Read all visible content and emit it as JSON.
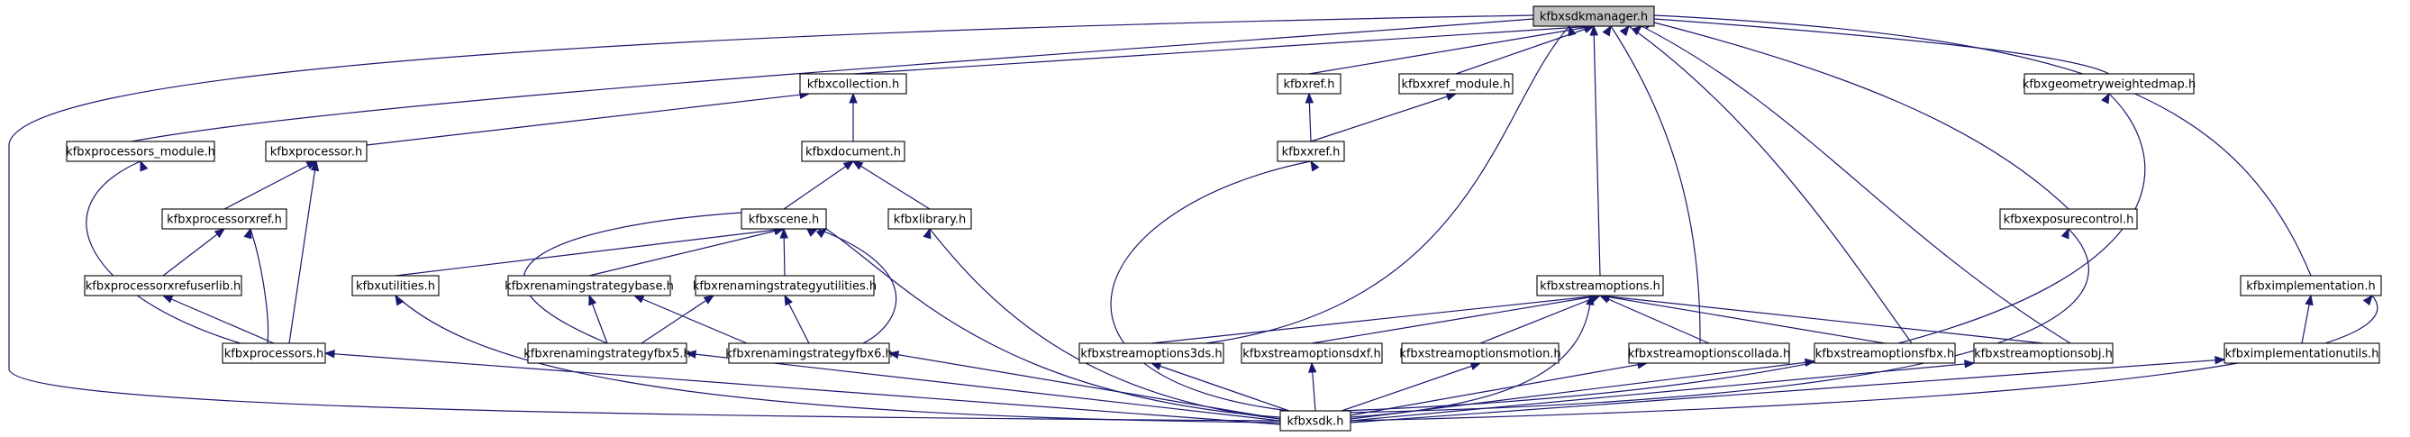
{
  "diagram": {
    "nodes": [
      {
        "id": "kfbxsdkmanager",
        "label": "kfbxsdkmanager.h",
        "root": true
      },
      {
        "id": "kfbxcollection",
        "label": "kfbxcollection.h"
      },
      {
        "id": "kfbxref",
        "label": "kfbxref.h"
      },
      {
        "id": "kfbxxref_module",
        "label": "kfbxxref_module.h"
      },
      {
        "id": "kfbxgeometryweightedmap",
        "label": "kfbxgeometryweightedmap.h"
      },
      {
        "id": "kfbxprocessors_module",
        "label": "kfbxprocessors_module.h"
      },
      {
        "id": "kfbxprocessor",
        "label": "kfbxprocessor.h"
      },
      {
        "id": "kfbxdocument",
        "label": "kfbxdocument.h"
      },
      {
        "id": "kfbxxref",
        "label": "kfbxxref.h"
      },
      {
        "id": "kfbxprocessorxref",
        "label": "kfbxprocessorxref.h"
      },
      {
        "id": "kfbxscene",
        "label": "kfbxscene.h"
      },
      {
        "id": "kfbxlibrary",
        "label": "kfbxlibrary.h"
      },
      {
        "id": "kfbxexposurecontrol",
        "label": "kfbxexposurecontrol.h"
      },
      {
        "id": "kfbxprocessorxrefuserlib",
        "label": "kfbxprocessorxrefuserlib.h"
      },
      {
        "id": "kfbxutilities",
        "label": "kfbxutilities.h"
      },
      {
        "id": "kfbxrenamingstrategybase",
        "label": "kfbxrenamingstrategybase.h"
      },
      {
        "id": "kfbxrenamingstrategyutilities",
        "label": "kfbxrenamingstrategyutilities.h"
      },
      {
        "id": "kfbxstreamoptions",
        "label": "kfbxstreamoptions.h"
      },
      {
        "id": "kfbximplementation",
        "label": "kfbximplementation.h"
      },
      {
        "id": "kfbxprocessors",
        "label": "kfbxprocessors.h"
      },
      {
        "id": "kfbxrenamingstrategyfbx5",
        "label": "kfbxrenamingstrategyfbx5.h"
      },
      {
        "id": "kfbxrenamingstrategyfbx6",
        "label": "kfbxrenamingstrategyfbx6.h"
      },
      {
        "id": "kfbxstreamoptions3ds",
        "label": "kfbxstreamoptions3ds.h"
      },
      {
        "id": "kfbxstreamoptionsdxf",
        "label": "kfbxstreamoptionsdxf.h"
      },
      {
        "id": "kfbxstreamoptionsmotion",
        "label": "kfbxstreamoptionsmotion.h"
      },
      {
        "id": "kfbxstreamoptionscollada",
        "label": "kfbxstreamoptionscollada.h"
      },
      {
        "id": "kfbxstreamoptionsfbx",
        "label": "kfbxstreamoptionsfbx.h"
      },
      {
        "id": "kfbxstreamoptionsobj",
        "label": "kfbxstreamoptionsobj.h"
      },
      {
        "id": "kfbximplementationutils",
        "label": "kfbximplementationutils.h"
      },
      {
        "id": "kfbxsdk",
        "label": "kfbxsdk.h"
      }
    ],
    "edges": [
      [
        "kfbxsdkmanager",
        "kfbxcollection"
      ],
      [
        "kfbxsdkmanager",
        "kfbxref"
      ],
      [
        "kfbxsdkmanager",
        "kfbxxref_module"
      ],
      [
        "kfbxsdkmanager",
        "kfbxgeometryweightedmap"
      ],
      [
        "kfbxsdkmanager",
        "kfbxprocessors_module"
      ],
      [
        "kfbxsdkmanager",
        "kfbxsdk"
      ],
      [
        "kfbxsdkmanager",
        "kfbxexposurecontrol"
      ],
      [
        "kfbxsdkmanager",
        "kfbximplementation"
      ],
      [
        "kfbxsdkmanager",
        "kfbxstreamoptions"
      ],
      [
        "kfbxsdkmanager",
        "kfbxstreamoptions3ds"
      ],
      [
        "kfbxsdkmanager",
        "kfbxstreamoptionscollada"
      ],
      [
        "kfbxsdkmanager",
        "kfbxstreamoptionsfbx"
      ],
      [
        "kfbxsdkmanager",
        "kfbxstreamoptionsobj"
      ],
      [
        "kfbxcollection",
        "kfbxprocessor"
      ],
      [
        "kfbxcollection",
        "kfbxdocument"
      ],
      [
        "kfbxref",
        "kfbxxref"
      ],
      [
        "kfbxxref_module",
        "kfbxxref"
      ],
      [
        "kfbxgeometryweightedmap",
        "kfbxsdk"
      ],
      [
        "kfbxprocessors_module",
        "kfbxprocessors"
      ],
      [
        "kfbxprocessor",
        "kfbxprocessorxref"
      ],
      [
        "kfbxprocessor",
        "kfbxprocessors"
      ],
      [
        "kfbxdocument",
        "kfbxscene"
      ],
      [
        "kfbxdocument",
        "kfbxlibrary"
      ],
      [
        "kfbxxref",
        "kfbxsdk"
      ],
      [
        "kfbxprocessorxref",
        "kfbxprocessorxrefuserlib"
      ],
      [
        "kfbxprocessorxref",
        "kfbxprocessors"
      ],
      [
        "kfbxscene",
        "kfbxutilities"
      ],
      [
        "kfbxscene",
        "kfbxrenamingstrategybase"
      ],
      [
        "kfbxscene",
        "kfbxrenamingstrategyutilities"
      ],
      [
        "kfbxscene",
        "kfbxrenamingstrategyfbx5"
      ],
      [
        "kfbxscene",
        "kfbxrenamingstrategyfbx6"
      ],
      [
        "kfbxscene",
        "kfbxsdk"
      ],
      [
        "kfbxlibrary",
        "kfbxsdk"
      ],
      [
        "kfbxexposurecontrol",
        "kfbxsdk"
      ],
      [
        "kfbxprocessorxrefuserlib",
        "kfbxprocessors"
      ],
      [
        "kfbxutilities",
        "kfbxsdk"
      ],
      [
        "kfbxrenamingstrategybase",
        "kfbxrenamingstrategyfbx5"
      ],
      [
        "kfbxrenamingstrategybase",
        "kfbxrenamingstrategyfbx6"
      ],
      [
        "kfbxrenamingstrategyutilities",
        "kfbxrenamingstrategyfbx5"
      ],
      [
        "kfbxrenamingstrategyutilities",
        "kfbxrenamingstrategyfbx6"
      ],
      [
        "kfbxstreamoptions",
        "kfbxstreamoptions3ds"
      ],
      [
        "kfbxstreamoptions",
        "kfbxstreamoptionsdxf"
      ],
      [
        "kfbxstreamoptions",
        "kfbxstreamoptionsmotion"
      ],
      [
        "kfbxstreamoptions",
        "kfbxstreamoptionscollada"
      ],
      [
        "kfbxstreamoptions",
        "kfbxstreamoptionsfbx"
      ],
      [
        "kfbxstreamoptions",
        "kfbxstreamoptionsobj"
      ],
      [
        "kfbxstreamoptions",
        "kfbxsdk"
      ],
      [
        "kfbximplementation",
        "kfbximplementationutils"
      ],
      [
        "kfbximplementation",
        "kfbxsdk"
      ],
      [
        "kfbxprocessors",
        "kfbxsdk"
      ],
      [
        "kfbxrenamingstrategyfbx5",
        "kfbxsdk"
      ],
      [
        "kfbxrenamingstrategyfbx6",
        "kfbxsdk"
      ],
      [
        "kfbxstreamoptions3ds",
        "kfbxsdk"
      ],
      [
        "kfbxstreamoptionsdxf",
        "kfbxsdk"
      ],
      [
        "kfbxstreamoptionsmotion",
        "kfbxsdk"
      ],
      [
        "kfbxstreamoptionscollada",
        "kfbxsdk"
      ],
      [
        "kfbxstreamoptionsfbx",
        "kfbxsdk"
      ],
      [
        "kfbxstreamoptionsobj",
        "kfbxsdk"
      ],
      [
        "kfbximplementationutils",
        "kfbxsdk"
      ]
    ],
    "colors": {
      "edge": "#191970",
      "root_fill": "#bfbfbf",
      "node_fill": "#ffffff",
      "border": "#000000"
    }
  }
}
